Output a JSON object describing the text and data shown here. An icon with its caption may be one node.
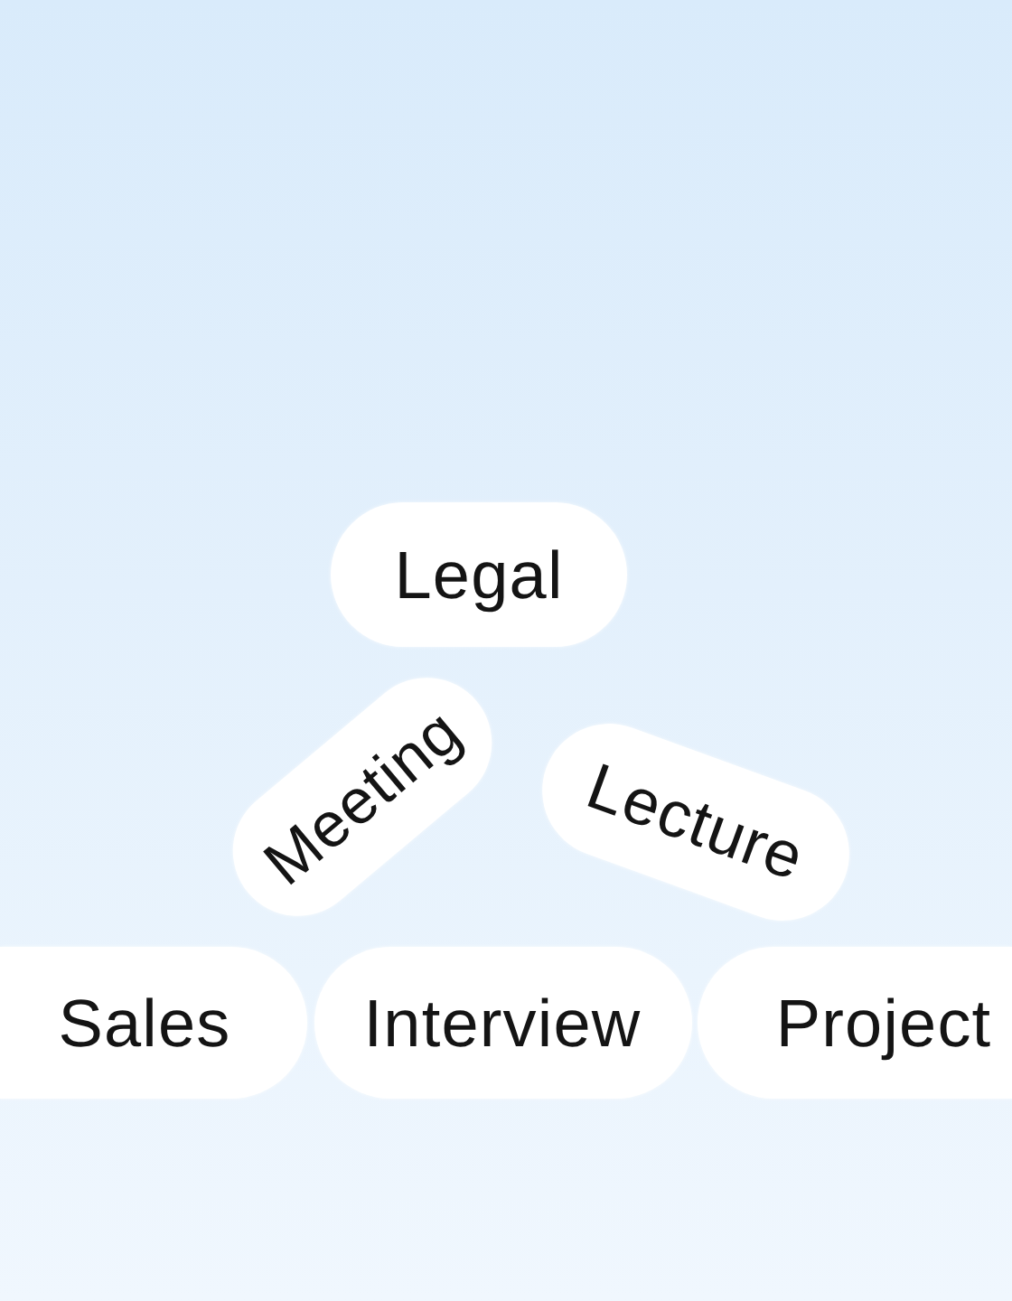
{
  "diagram": {
    "nodes": [
      {
        "text": [
          "Legal"
        ]
      },
      {
        "text": [
          "Meeting"
        ]
      },
      {
        "text": [
          "Lecture"
        ]
      },
      {
        "text": [
          "Sales"
        ]
      },
      {
        "text": [
          "Interview"
        ]
      },
      {
        "text": [
          "Project"
        ]
      }
    ]
  }
}
